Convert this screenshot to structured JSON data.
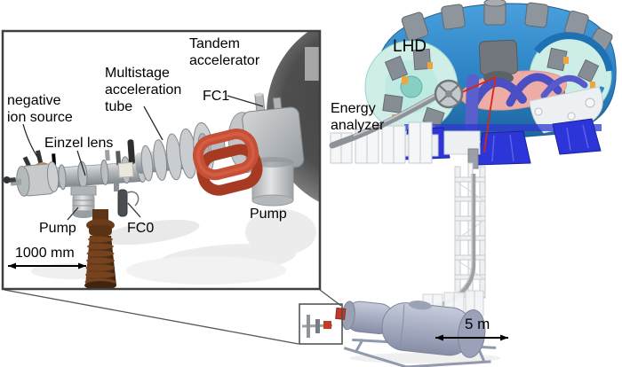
{
  "inset": {
    "labels": {
      "tandem_accelerator_line1": "Tandem",
      "tandem_accelerator_line2": "accelerator",
      "multistage_line1": "Multistage",
      "multistage_line2": "acceleration",
      "multistage_line3": "tube",
      "negative_ion_source_line1": "negative",
      "negative_ion_source_line2": "ion source",
      "einzel_lens": "Einzel lens",
      "fc1": "FC1",
      "pump_left": "Pump",
      "fc0": "FC0",
      "pump_right": "Pump"
    },
    "scale_bar_label": "1000 mm"
  },
  "main": {
    "labels": {
      "lhd": "LHD",
      "energy_analyzer_line1": "Energy",
      "energy_analyzer_line2": "analyzer"
    },
    "scale_bar_label": "5 m"
  },
  "colors": {
    "background": "#ffffff",
    "label_text": "#000000",
    "inset_border": "#3f3f3f",
    "magnet_red": "#c74f35",
    "beam_red": "#d0281c",
    "lhd_shell_blue": "#2b82c4",
    "lhd_cutaway_cyan": "#cfeee7",
    "helical_coil_indigo": "#4a50c3",
    "plasma_pink": "#edaca6",
    "support_blue": "#2c35d8",
    "accent_orange": "#f0a43c",
    "insulator_brown": "#5a3418",
    "tank_gray_blue": "#a6adc4",
    "metal_gray": "#b9bec3"
  }
}
